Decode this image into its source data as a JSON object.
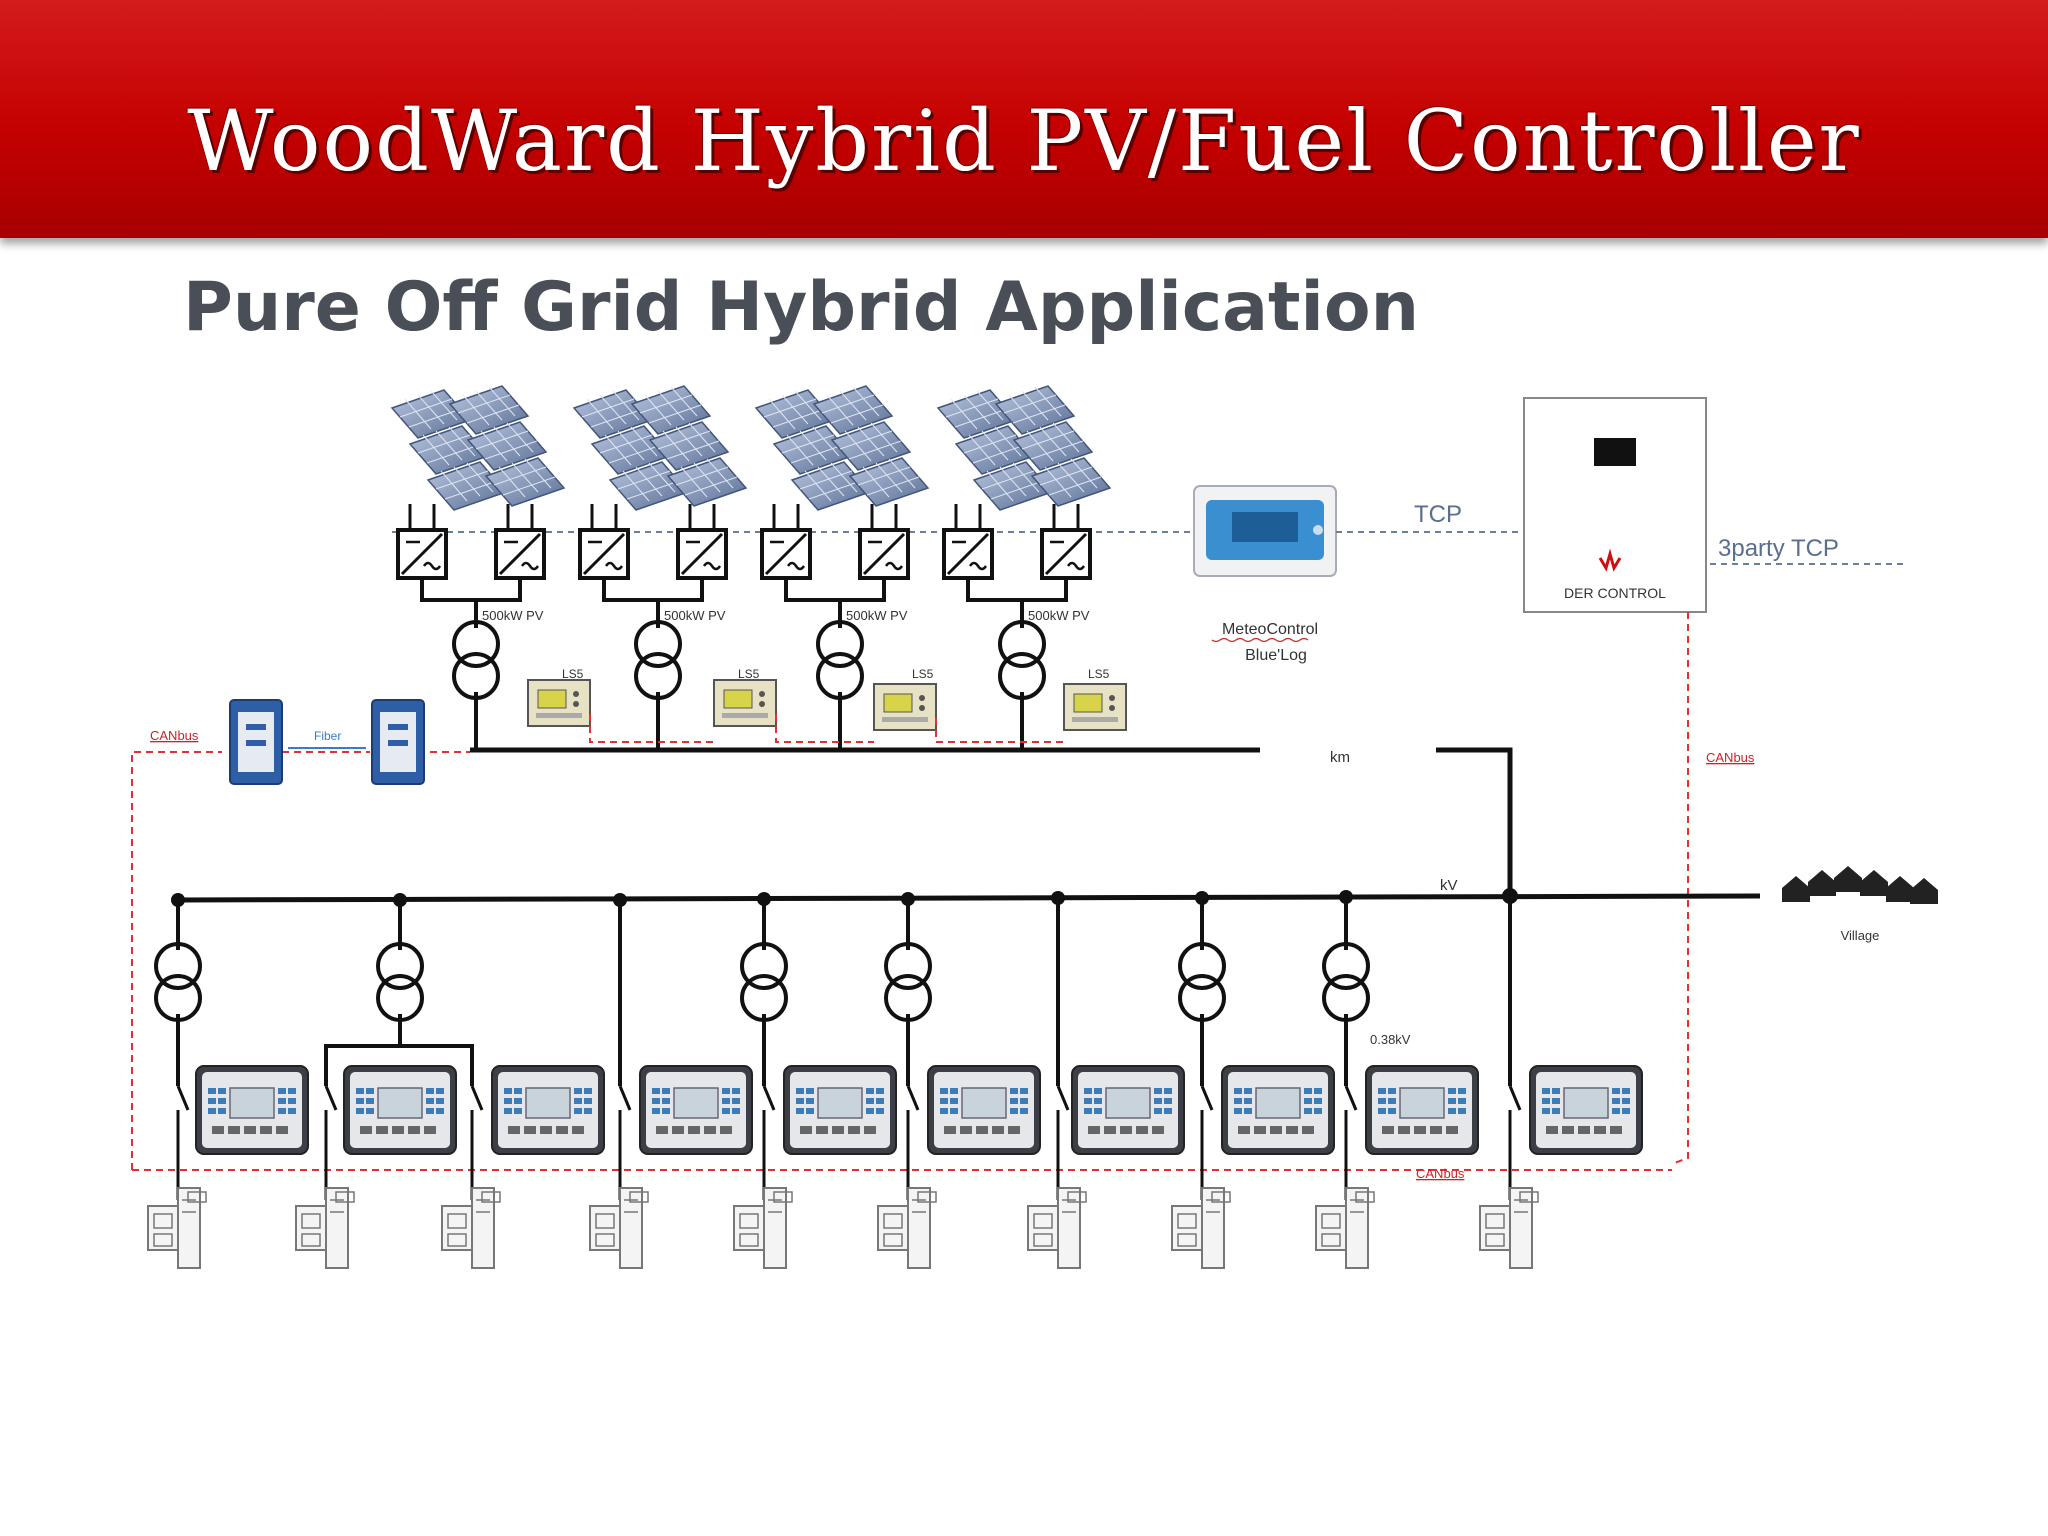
{
  "header": {
    "title": "WoodWard Hybrid PV/Fuel Controller"
  },
  "subtitle": "Pure Off Grid Hybrid Application",
  "pv_labels": [
    "500kW PV",
    "500kW PV",
    "500kW PV",
    "500kW PV"
  ],
  "lss_labels": [
    "LS5",
    "LS5",
    "LS5",
    "LS5"
  ],
  "network": {
    "tcp": "TCP",
    "third_party": "3party TCP",
    "canbus_left": "CANbus",
    "canbus_right": "CANbus",
    "canbus_bottom": "CANbus",
    "fiber": "Fiber"
  },
  "devices": {
    "meteo_line1": "MeteoControl",
    "meteo_line2": "Blue'Log",
    "der_label": "DER CONTROL"
  },
  "bus": {
    "km": "km",
    "kv": "kV",
    "village": "Village",
    "lv": "0.38kV"
  },
  "colors": {
    "banner": "#c40000",
    "canbus": "#e03030",
    "tcp": "#6a7f99",
    "line": "#111111"
  }
}
